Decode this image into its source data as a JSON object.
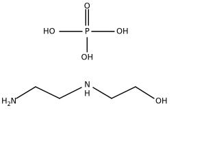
{
  "phosphoric_acid": {
    "o_top": "O",
    "p": "P",
    "oh_left": "HO",
    "oh_right": "OH",
    "oh_bottom": "OH"
  },
  "amine": {
    "h2n_h": "H",
    "h2n_sub": "2",
    "h2n_n": "N",
    "nh_n": "N",
    "nh_h": "H",
    "oh": "OH"
  }
}
